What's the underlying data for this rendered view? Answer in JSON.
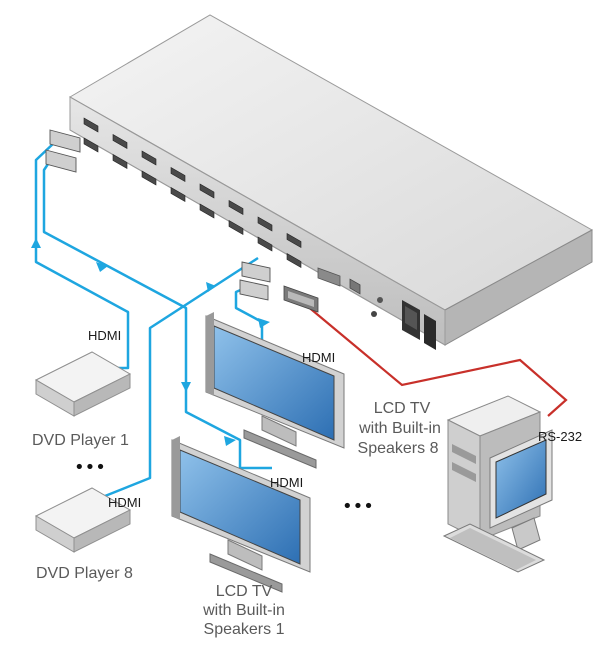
{
  "labels": {
    "hdmi_top": "HDMI",
    "hdmi_tv8": "HDMI",
    "hdmi_tv1": "HDMI",
    "hdmi_dvd8": "HDMI",
    "rs232": "RS-232",
    "dvd1": "DVD Player 1",
    "dvd8": "DVD Player 8",
    "tv8_line1": "LCD TV",
    "tv8_line2": "with Built-in",
    "tv8_line3": "Speakers 8",
    "tv1_line1": "LCD TV",
    "tv1_line2": "with Built-in",
    "tv1_line3": "Speakers 1",
    "ellipsis_left": "•••",
    "ellipsis_right": "•••"
  },
  "colors": {
    "hdmi_cable": "#1ea6e0",
    "rs232_cable": "#c8302a",
    "device_body": "#d9d9d9",
    "device_top": "#efefef",
    "screen": "#3a7fc4",
    "label_text": "#5a5a5a"
  },
  "device": {
    "name": "matrix-switcher",
    "outputs_front_rows": 2,
    "ports_per_row": 8
  }
}
